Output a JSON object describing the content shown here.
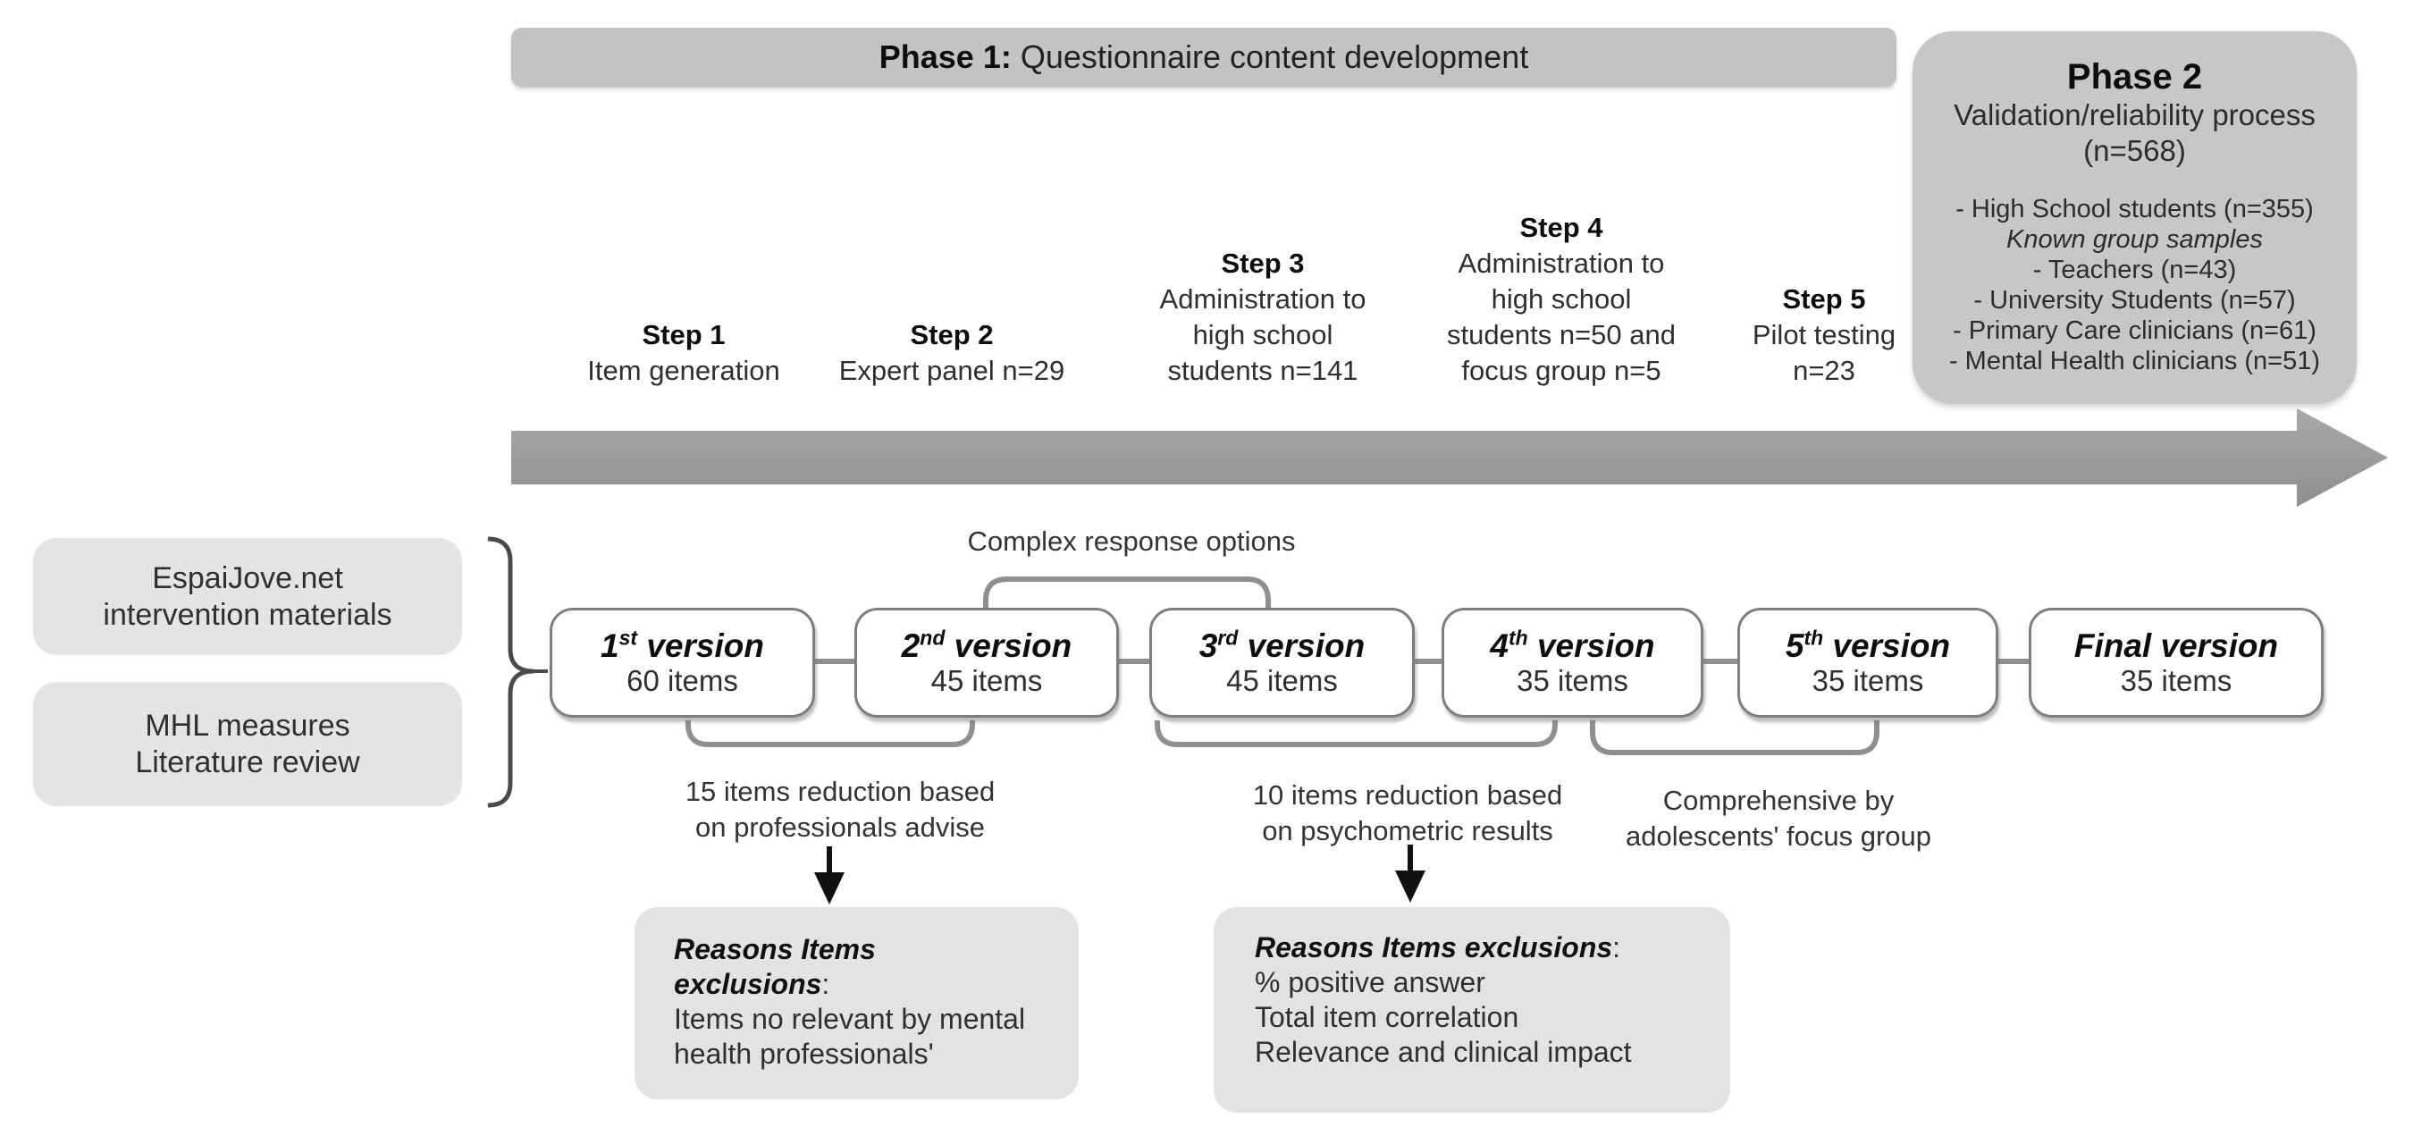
{
  "phase1": {
    "bold": "Phase 1:",
    "rest": "Questionnaire content development"
  },
  "phase2": {
    "title": "Phase 2",
    "subtitle": "Validation/reliability process",
    "n": "(n=568)",
    "groups": [
      "- High School students (n=355)",
      "Known group samples",
      "- Teachers (n=43)",
      "- University Students (n=57)",
      "- Primary Care clinicians (n=61)",
      "- Mental Health clinicians (n=51)"
    ]
  },
  "steps": [
    {
      "title": "Step 1",
      "lines": [
        "Item generation"
      ]
    },
    {
      "title": "Step 2",
      "lines": [
        "Expert panel n=29"
      ]
    },
    {
      "title": "Step 3",
      "lines": [
        "Administration to",
        "high school",
        "students n=141"
      ]
    },
    {
      "title": "Step 4",
      "lines": [
        "Administration to",
        "high school",
        "students n=50 and",
        "focus group n=5"
      ]
    },
    {
      "title": "Step 5",
      "lines": [
        "Pilot testing",
        "n=23"
      ]
    }
  ],
  "sources": [
    {
      "line1": "EspaiJove.net",
      "line2": "intervention materials"
    },
    {
      "line1": "MHL measures",
      "line2": "Literature review"
    }
  ],
  "versions": [
    {
      "ord": "1",
      "sup": "st",
      "rest": " version",
      "items": "60 items"
    },
    {
      "ord": "2",
      "sup": "nd",
      "rest": " version",
      "items": "45 items"
    },
    {
      "ord": "3",
      "sup": "rd",
      "rest": " version",
      "items": "45 items"
    },
    {
      "ord": "4",
      "sup": "th",
      "rest": " version",
      "items": "35 items"
    },
    {
      "ord": "5",
      "sup": "th",
      "rest": " version",
      "items": "35 items"
    },
    {
      "ord": "Final",
      "sup": "",
      "rest": " version",
      "items": "35 items"
    }
  ],
  "annotations": {
    "complex": "Complex response options",
    "reduction1": [
      "15 items reduction based",
      "on professionals advise"
    ],
    "reduction2": [
      "10 items reduction based",
      "on psychometric results"
    ],
    "comprehensive": [
      "Comprehensive by",
      "adolescents' focus group"
    ]
  },
  "reasons": [
    {
      "title_line1": "Reasons Items",
      "title_line2": "exclusions",
      "colon": ":",
      "body": [
        "Items no relevant by mental",
        "health professionals'"
      ]
    },
    {
      "title": "Reasons Items exclusions",
      "colon": ":",
      "body": [
        "% positive answer",
        "Total item correlation",
        "Relevance and clinical impact"
      ]
    }
  ],
  "colors": {
    "banner_gray": "#c3c3c3",
    "phase2_gray": "#c7c7c7",
    "light_box_gray": "#e3e3e3",
    "arrow_gray": "#9b9b9b",
    "box_border_gray": "#7e7e7e",
    "bracket_gray": "#8f8f8f",
    "text_dark": "#2f2f2f"
  }
}
